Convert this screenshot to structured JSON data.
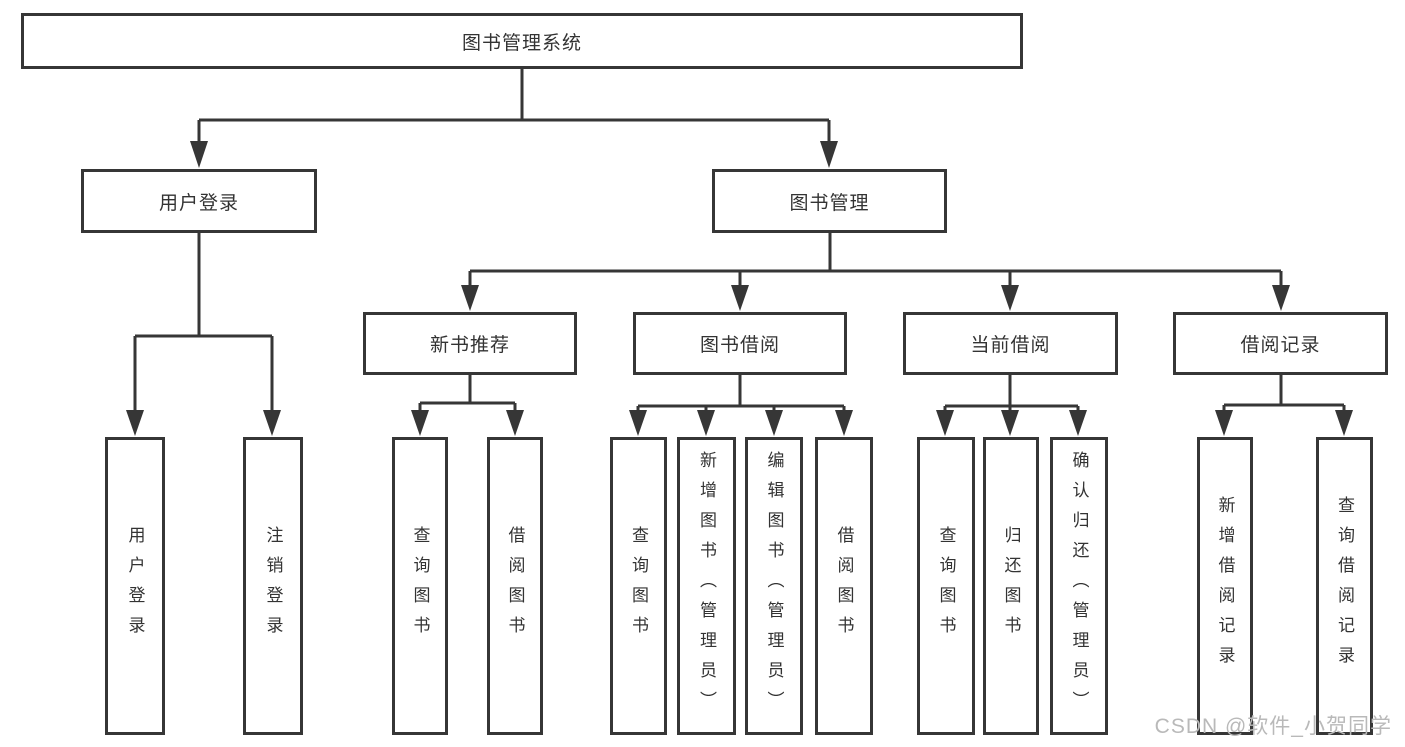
{
  "tree": {
    "root": {
      "label": "图书管理系统"
    },
    "level2": [
      {
        "label": "用户登录",
        "children": [
          {
            "label": "用户登录"
          },
          {
            "label": "注销登录"
          }
        ]
      },
      {
        "label": "图书管理",
        "children": [
          {
            "label": "新书推荐",
            "children": [
              {
                "label": "查询图书"
              },
              {
                "label": "借阅图书"
              }
            ]
          },
          {
            "label": "图书借阅",
            "children": [
              {
                "label": "查询图书"
              },
              {
                "label": "新增图书（管理员）"
              },
              {
                "label": "编辑图书（管理员）"
              },
              {
                "label": "借阅图书"
              }
            ]
          },
          {
            "label": "当前借阅",
            "children": [
              {
                "label": "查询图书"
              },
              {
                "label": "归还图书"
              },
              {
                "label": "确认归还（管理员）"
              }
            ]
          },
          {
            "label": "借阅记录",
            "children": [
              {
                "label": "新增借阅记录"
              },
              {
                "label": "查询借阅记录"
              }
            ]
          }
        ]
      }
    ]
  },
  "watermark": {
    "text": "CSDN @软件_小贺同学"
  },
  "colors": {
    "line": "#363636",
    "text": "#333333",
    "watermark": "#b9b9b9",
    "background": "#ffffff"
  }
}
